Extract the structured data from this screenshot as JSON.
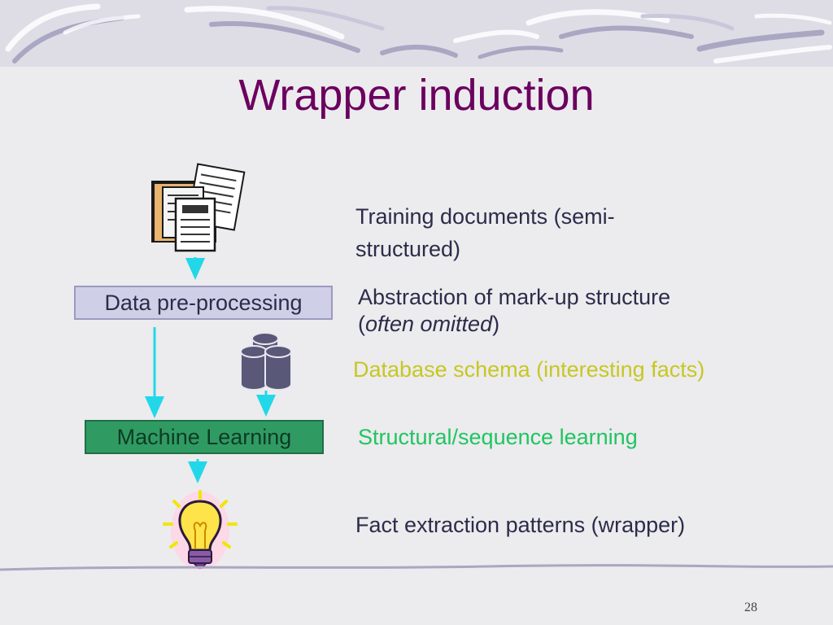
{
  "slide": {
    "title": "Wrapper induction",
    "number": "28"
  },
  "diagram": {
    "nodes": {
      "data_preprocessing": "Data pre-processing",
      "machine_learning": "Machine Learning"
    },
    "descriptions": {
      "training_line1": "Training documents (semi-",
      "training_line2": "structured)",
      "abstraction_line1": "Abstraction of mark-up structure",
      "abstraction_paren_open": "(",
      "abstraction_italic": "often omitted",
      "abstraction_paren_close": ")",
      "schema": "Database schema (interesting facts)",
      "structural": "Structural/sequence learning",
      "fact_extraction": "Fact extraction patterns (wrapper)"
    },
    "icons": [
      "documents-icon",
      "database-icon",
      "lightbulb-icon"
    ]
  },
  "colors": {
    "title": "#6b005f",
    "text_dark": "#2c2c4a",
    "schema_text": "#c7c722",
    "learning_text": "#20c560",
    "arrow": "#22d8e8",
    "ml_box": "#2f9b63",
    "preprocess_box": "#cfd0e8"
  }
}
